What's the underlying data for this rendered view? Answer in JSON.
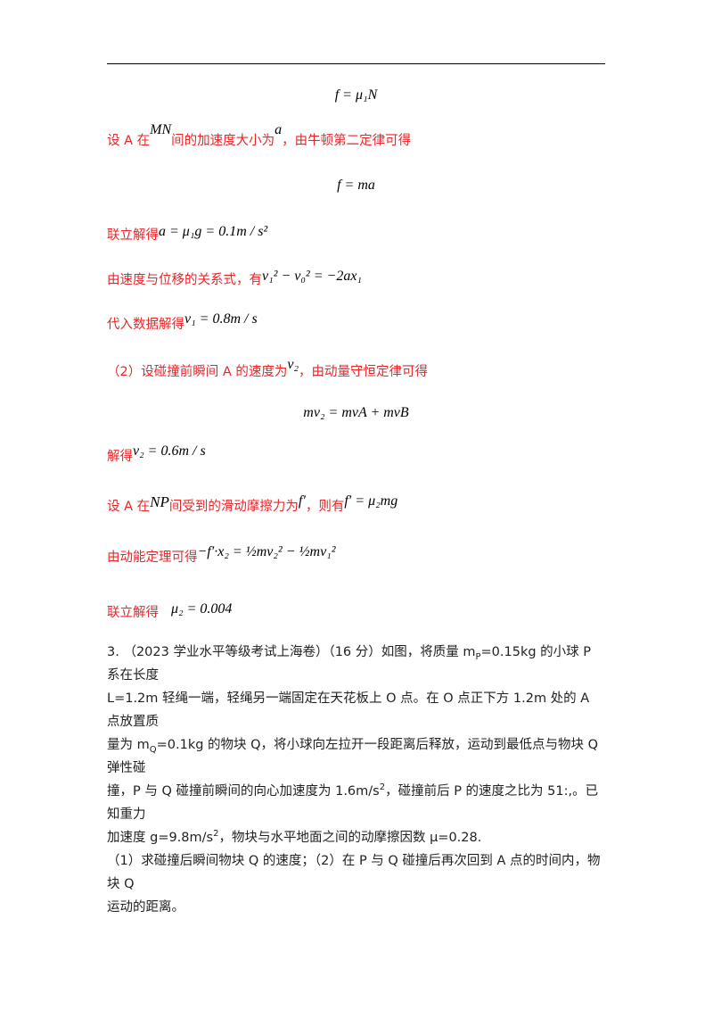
{
  "eq1": "f = μ₁N",
  "l1": {
    "a": "设 A 在",
    "b": "间的加速度大小为",
    "c": "，由牛顿第二定律可得",
    "m1": "MN",
    "m2": "a"
  },
  "eq2": "f = ma",
  "l2": {
    "a": "联立解得",
    "m": "a = μ₁g = 0.1m / s²"
  },
  "l3": {
    "a": "由速度与位移的关系式，有",
    "m": "v₁² − v₀² = −2ax₁"
  },
  "l4": {
    "a": "代入数据解得",
    "m": "v₁ = 0.8m / s"
  },
  "l5": {
    "a": "（2）设碰撞前瞬间 A 的速度为",
    "m": "v₂",
    "b": "，由动量守恒定律可得"
  },
  "eq3": "mv₂ = mvA + mvB",
  "l6": {
    "a": "解得",
    "m": "v₂ = 0.6m / s"
  },
  "l7": {
    "a": "设 A 在",
    "m1": "NP",
    "b": "间受到的滑动摩擦力为",
    "m2": "f′",
    "c": "，则有",
    "m3": "f′ = μ₂mg"
  },
  "l8": {
    "a": "由动能定理可得",
    "m": "−f′·x₂ = ½mv₂² − ½mv₁²"
  },
  "l9": {
    "a": "联立解得",
    "m": "μ₂ = 0.004"
  },
  "q3": {
    "line1": "3. （2023 学业水平等级考试上海卷）（16 分）如图，将质量 m",
    "line1_sub": "P",
    "line1_b": "=0.15kg 的小球 P 系在长度",
    "line2": "L=1.2m 轻绳一端，轻绳另一端固定在天花板上 O 点。在 O 点正下方 1.2m 处的 A 点放置质",
    "line3": "量为 m",
    "line3_sub": "Q",
    "line3_b": "=0.1kg 的物块 Q，将小球向左拉开一段距离后释放，运动到最低点与物块 Q 弹性碰",
    "line4": "撞，P 与 Q 碰撞前瞬间的向心加速度为 1.6m/s",
    "line4_sup": "2",
    "line4_b": "，碰撞前后 P 的速度之比为 51:,。已知重力",
    "line5": "加速度 g=9.8m/s",
    "line5_sup": "2",
    "line5_b": "，物块与水平地面之间的动摩擦因数 μ=0.28.",
    "line6": "（1）求碰撞后瞬间物块 Q 的速度；（2）在 P 与 Q 碰撞后再次回到 A 点的时间内，物块 Q",
    "line7": "运动的距离。"
  }
}
